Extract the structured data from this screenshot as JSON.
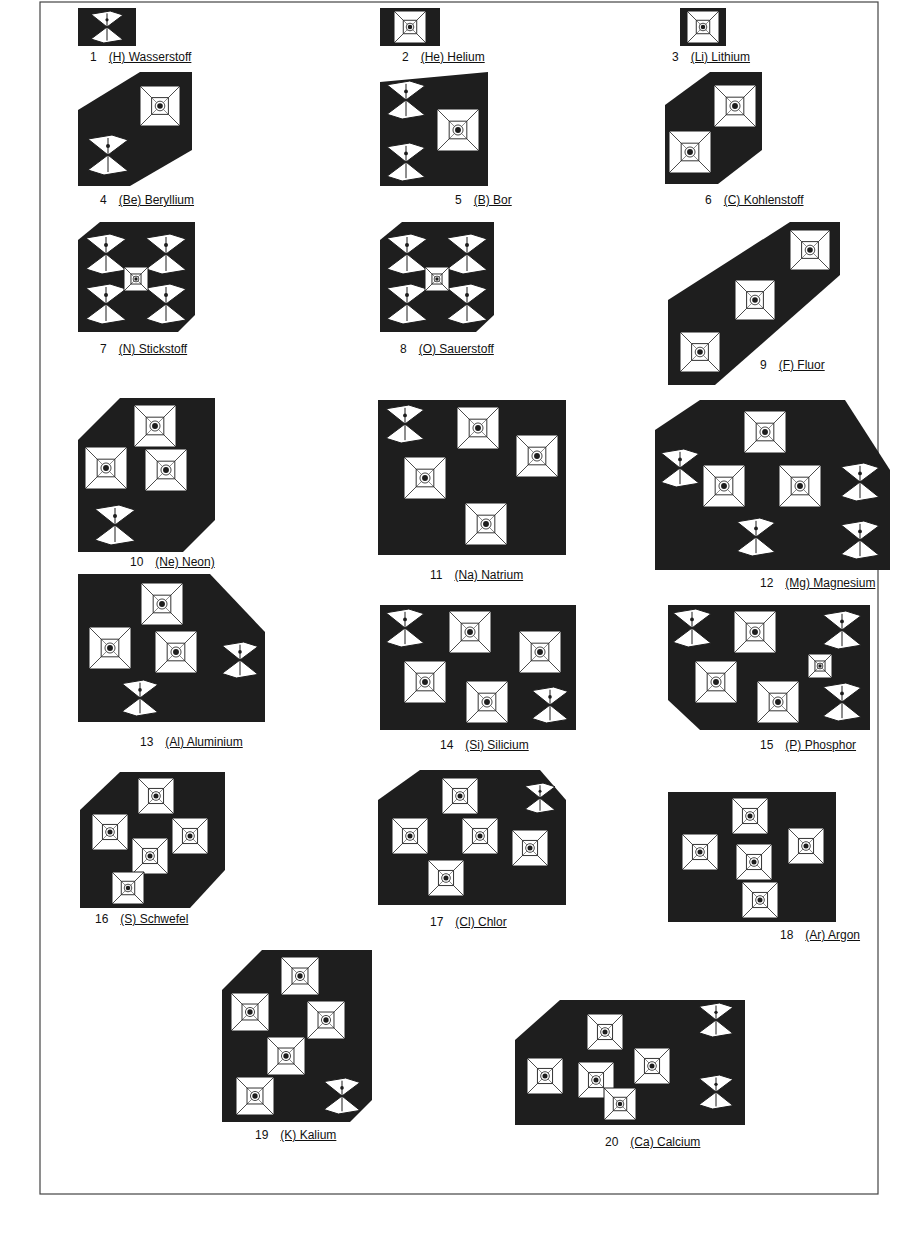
{
  "diagram": {
    "nodes": [
      {
        "text": [
          "1",
          "(H) Wasserstoff"
        ]
      },
      {
        "text": [
          "2",
          "(He) Helium"
        ]
      },
      {
        "text": [
          "3",
          "(Li) Lithium"
        ]
      },
      {
        "text": [
          "4",
          "(Be) Beryllium"
        ]
      },
      {
        "text": [
          "5",
          "(B) Bor"
        ]
      },
      {
        "text": [
          "6",
          "(C) Kohlenstoff"
        ]
      },
      {
        "text": [
          "7",
          "(N) Stickstoff"
        ]
      },
      {
        "text": [
          "8",
          "(O) Sauerstoff"
        ]
      },
      {
        "text": [
          "9",
          "(F) Fluor"
        ]
      },
      {
        "text": [
          "10",
          "(Ne) Neon)"
        ]
      },
      {
        "text": [
          "11",
          "(Na) Natrium"
        ]
      },
      {
        "text": [
          "12",
          "(Mg) Magnesium"
        ]
      },
      {
        "text": [
          "13",
          "(Al) Aluminium"
        ]
      },
      {
        "text": [
          "14",
          "(Si) Silicium"
        ]
      },
      {
        "text": [
          "15",
          "(P) Phosphor"
        ]
      },
      {
        "text": [
          "16",
          "(S) Schwefel"
        ]
      },
      {
        "text": [
          "17",
          "(Cl) Chlor"
        ]
      },
      {
        "text": [
          "18",
          "(Ar) Argon"
        ]
      },
      {
        "text": [
          "19",
          "(K) Kalium"
        ]
      },
      {
        "text": [
          "20",
          "(Ca) Calcium"
        ]
      }
    ]
  }
}
